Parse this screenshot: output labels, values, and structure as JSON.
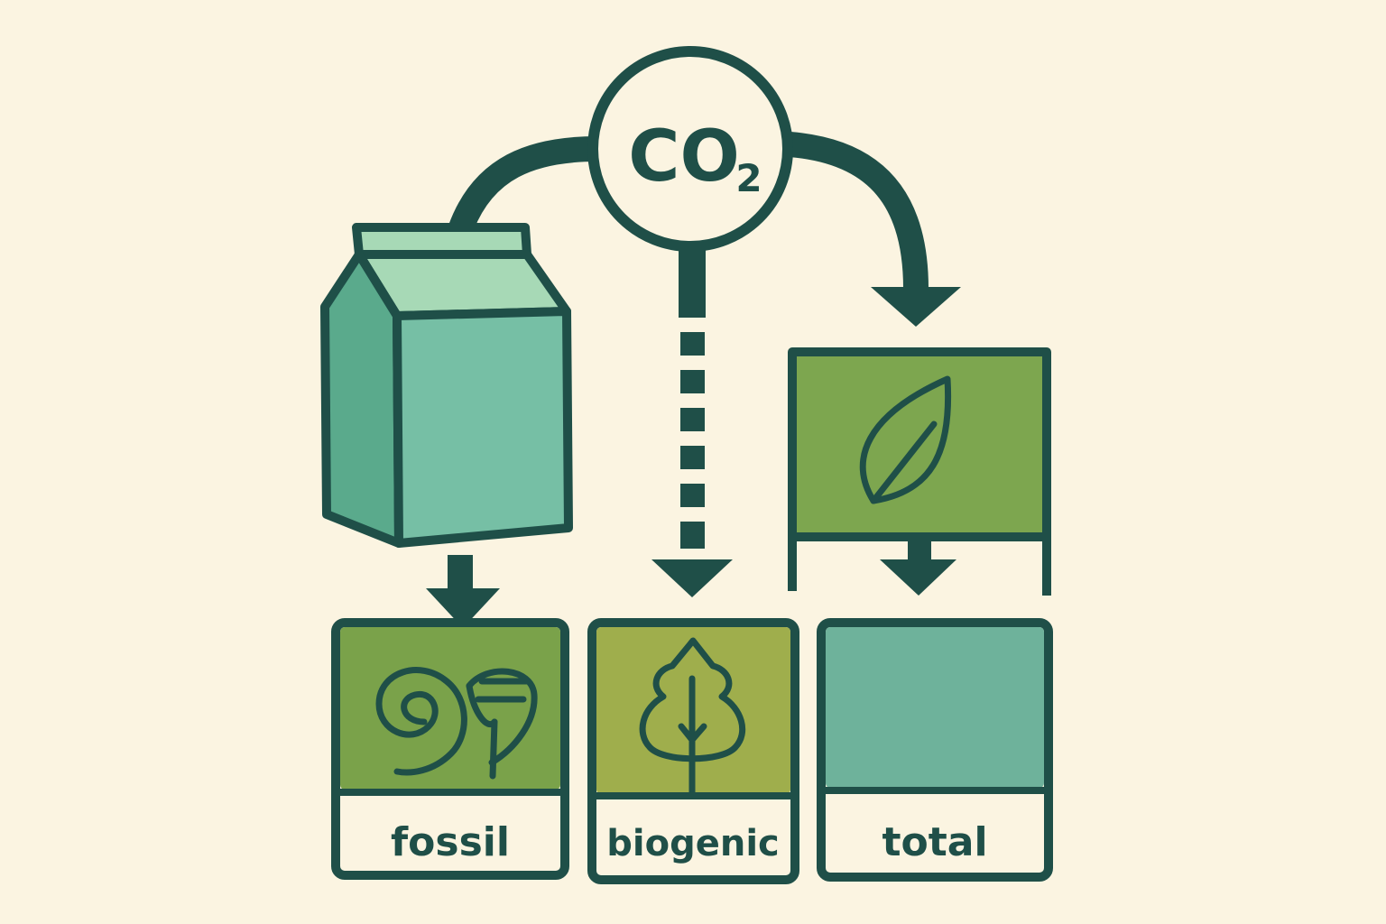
{
  "co2": {
    "main": "CO",
    "subscript": "2"
  },
  "categories": [
    {
      "label": "fossil",
      "color": "#7aa24a",
      "icon": "fossil-spiral-icon"
    },
    {
      "label": "biogenic",
      "color": "#9fae4c",
      "icon": "tree-icon"
    },
    {
      "label": "total",
      "color": "#6eb29b",
      "icon": ""
    }
  ],
  "colors": {
    "background": "#fbf4e1",
    "outline": "#1f4f48",
    "carton_front": "#76bfa5",
    "carton_side": "#5aaa8c",
    "carton_top": "#a7d9b6",
    "leaf_panel": "#7da64f"
  }
}
